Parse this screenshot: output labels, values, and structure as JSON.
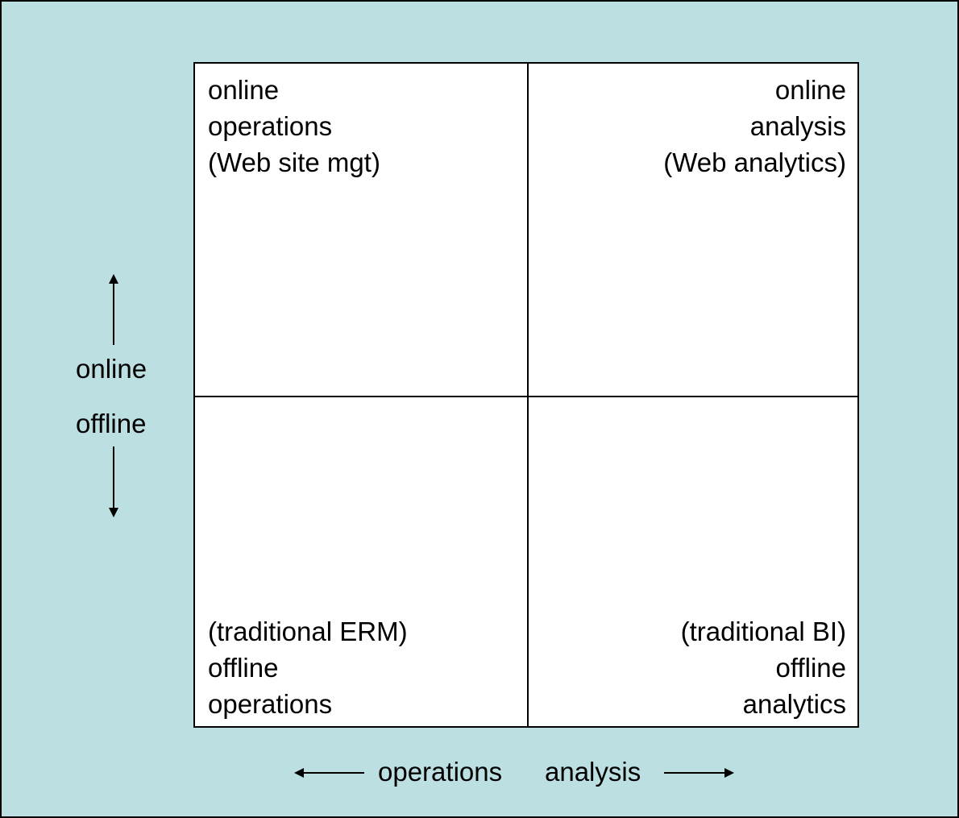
{
  "quadrants": {
    "top_left": {
      "lines": [
        "online",
        "operations",
        "(Web site mgt)"
      ]
    },
    "top_right": {
      "lines": [
        "online",
        "analysis",
        "(Web analytics)"
      ]
    },
    "bottom_left": {
      "lines": [
        "(traditional ERM)",
        "offline",
        "operations"
      ]
    },
    "bottom_right": {
      "lines": [
        "(traditional BI)",
        "offline",
        "analytics"
      ]
    }
  },
  "axes": {
    "vertical": {
      "top_label": "online",
      "bottom_label": "offline"
    },
    "horizontal": {
      "left_label": "operations",
      "right_label": "analysis"
    }
  }
}
